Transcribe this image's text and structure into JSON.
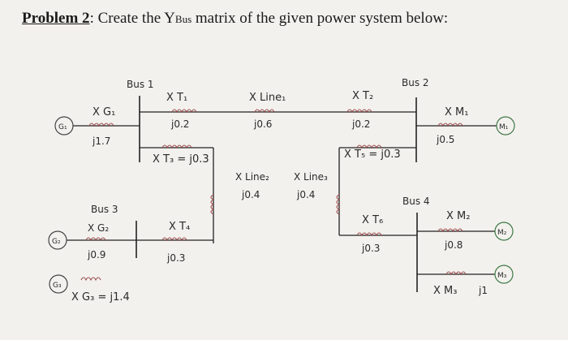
{
  "problem": {
    "label": "Problem 2",
    "text_before": ": Create the Y",
    "subscript": "Bus",
    "text_after": " matrix of the given power system below:"
  },
  "diagram": {
    "buses": {
      "bus1": "Bus 1",
      "bus2": "Bus 2",
      "bus3": "Bus 3",
      "bus4": "Bus 4"
    },
    "generators": {
      "g1": "G₁",
      "g2": "G₂",
      "g3": "G₃"
    },
    "motors": {
      "m1": "M₁",
      "m2": "M₂",
      "m3": "M₃"
    },
    "labels": {
      "xg1": "X G₁",
      "xg1_val": "j1.7",
      "xt1": "X T₁",
      "xt1_val": "j0.2",
      "xline1": "X Line₁",
      "xline1_val": "j0.6",
      "xt2": "X T₂",
      "xt2_val": "j0.2",
      "xm1": "X M₁",
      "xm1_val": "j0.5",
      "xt3": "X T₃ = j0.3",
      "xt5": "X T₅ = j0.3",
      "xline2": "X Line₂",
      "xline2_val": "j0.4",
      "xline3": "X Line₃",
      "xline3_val": "j0.4",
      "xg2": "X G₂",
      "xg2_val": "j0.9",
      "xt4": "X T₄",
      "xt4_val": "j0.3",
      "xt6": "X T₆",
      "xt6_val": "j0.3",
      "xm2": "X M₂",
      "xm2_val": "j0.8",
      "xm3": "X M₃",
      "xm3_val": "j1",
      "xg3": "X G₃ = j1.4"
    }
  }
}
